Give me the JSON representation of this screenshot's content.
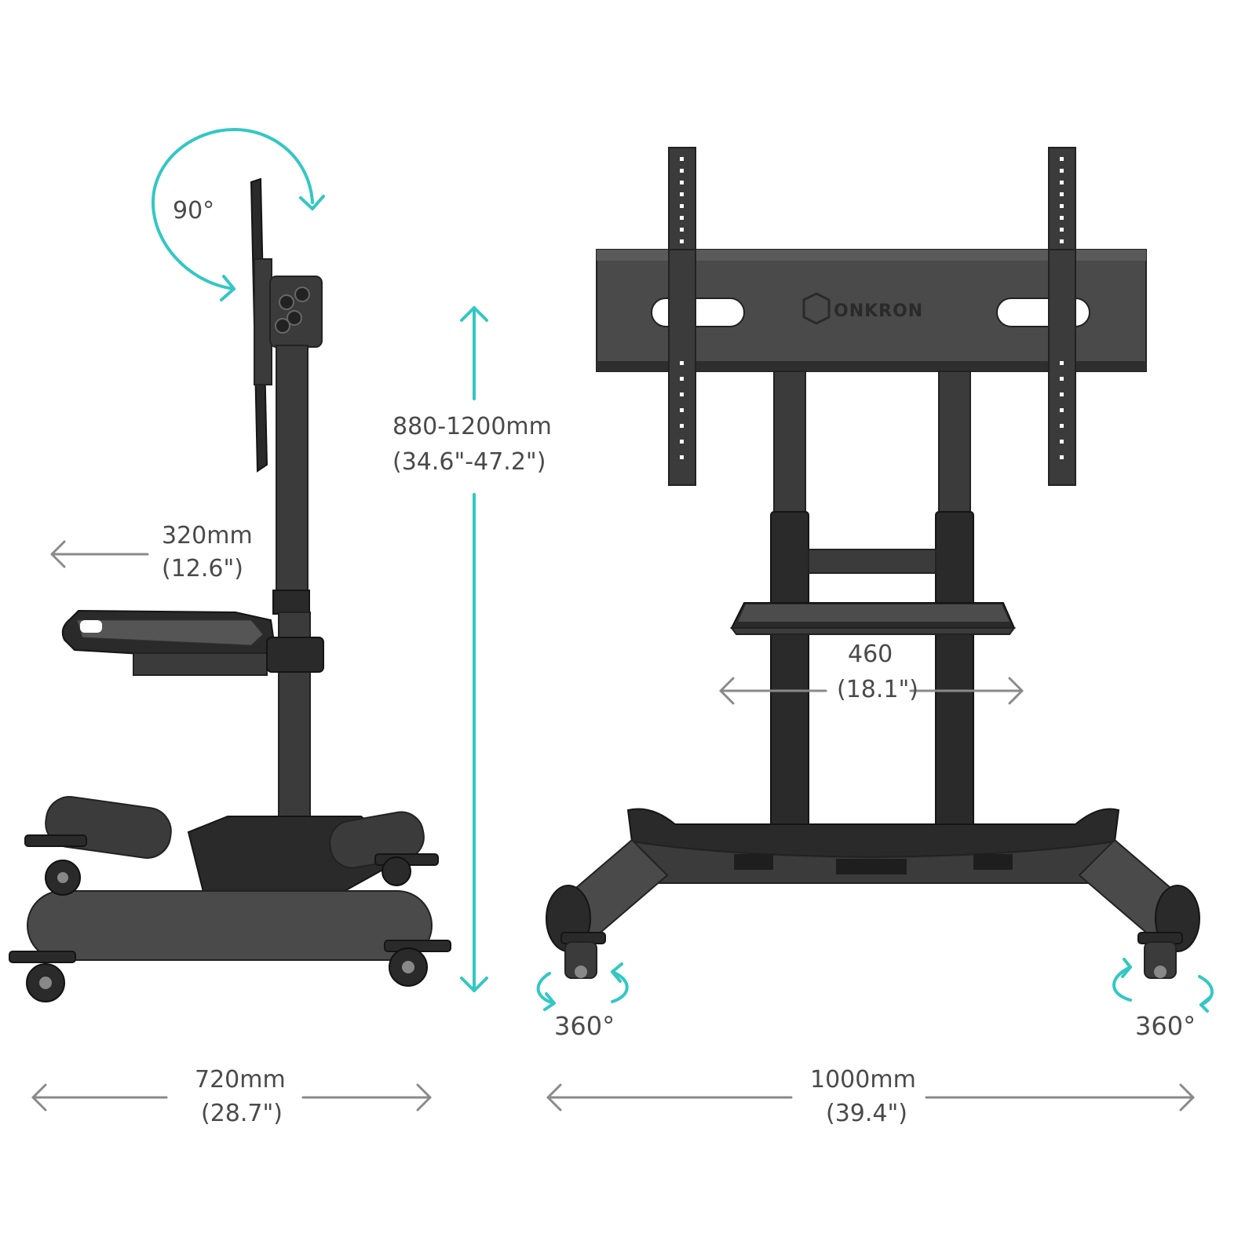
{
  "side_view": {
    "tilt_label": "90°",
    "shelf_depth_mm": "320mm",
    "shelf_depth_in": "(12.6\")",
    "base_depth_mm": "720mm",
    "base_depth_in": "(28.7\")"
  },
  "height": {
    "range_mm": "880-1200mm",
    "range_in": "(34.6\"-47.2\")"
  },
  "front_view": {
    "brand_logo": "ONKRON",
    "shelf_width_mm": "460",
    "shelf_width_in": "(18.1\")",
    "caster_left_label": "360°",
    "caster_right_label": "360°",
    "base_width_mm": "1000mm",
    "base_width_in": "(39.4\")"
  },
  "colors": {
    "accent": "#33c7c4",
    "dimension_arrows": "#8a8a8a",
    "text": "#4a4a4a",
    "product": "#333333"
  }
}
